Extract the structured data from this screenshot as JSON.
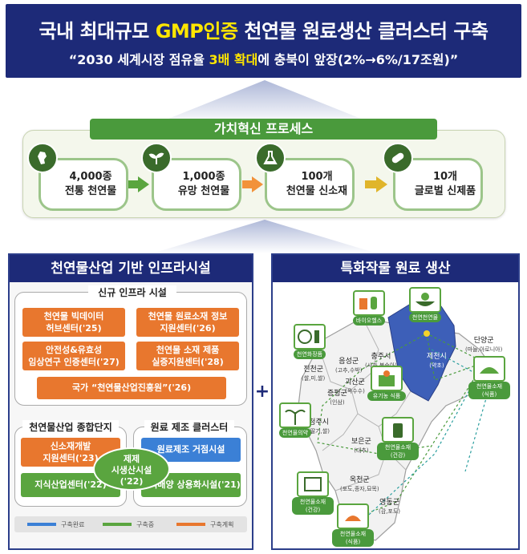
{
  "header": {
    "title_a": "국내 최대규모 ",
    "title_b": "GMP인증",
    "title_c": " 천연물 원료생산 클러스터 구축",
    "subtitle_a": "“2030 세계시장 점유율 ",
    "subtitle_b": "3배 확대",
    "subtitle_c": "에 충북이 앞장(2%→6%/17조원)”"
  },
  "process": {
    "title": "가치혁신 프로세스",
    "steps": [
      {
        "line1": "4,000종",
        "line2": "전통 천연물",
        "icon": "korea-map-icon"
      },
      {
        "line1": "1,000종",
        "line2": "유망 천연물",
        "icon": "sprout-icon"
      },
      {
        "line1": "100개",
        "line2": "천연물 신소재",
        "icon": "flask-icon"
      },
      {
        "line1": "10개",
        "line2": "글로벌 신제품",
        "icon": "capsule-icon"
      }
    ],
    "arrow_colors": [
      "#5aa53f",
      "#f2923a",
      "#e0b52b"
    ]
  },
  "left_panel": {
    "title": "천연물산업 기반 인프라시설",
    "infra_label": "신규 인프라 시설",
    "infra": [
      {
        "l1": "천연물 빅데이터",
        "l2": "허브센터('25)"
      },
      {
        "l1": "천연물 원료소재 정보",
        "l2": "지원센터('26)"
      },
      {
        "l1": "안전성&유효성",
        "l2": "임상연구 인증센터('27)"
      },
      {
        "l1": "천연물 소재 제품",
        "l2": "실증지원센터('28)"
      }
    ],
    "institute": "국가 “천연물산업진흥원”('26)",
    "complex_label": "천연물산업 종합단지",
    "cluster_label": "원료 제조 클러스터",
    "new_material": {
      "l1": "신소재개발",
      "l2": "지원센터('23)"
    },
    "knowledge": "지식산업센터('22)",
    "center": {
      "l1": "제제",
      "l2": "시생산시설",
      "l3": "('22)"
    },
    "raw_base": "원료제조 거점시설",
    "tissue": "조직배양 상용화시설('21)",
    "legend": [
      {
        "label": "구축완료",
        "color": "#3b80d6"
      },
      {
        "label": "구축중",
        "color": "#5aa53f"
      },
      {
        "label": "구축계획",
        "color": "#e8772e"
      }
    ]
  },
  "plus": "+",
  "right_panel": {
    "title": "특화작물 원료 생산",
    "regions": [
      {
        "name": "충주시",
        "sub": "(사과,복숭아)"
      },
      {
        "name": "제천시",
        "sub": "(약초)"
      },
      {
        "name": "단양군",
        "sub": "(마늘,아로니아)"
      },
      {
        "name": "음성군",
        "sub": "(고추,수박)"
      },
      {
        "name": "진천군",
        "sub": "(쌀,미,쌀)"
      },
      {
        "name": "괴산군",
        "sub": "(옥수수)"
      },
      {
        "name": "증평군",
        "sub": "(인삼)"
      },
      {
        "name": "청주시",
        "sub": "(딸기,쌀)"
      },
      {
        "name": "보은군",
        "sub": "(대추)"
      },
      {
        "name": "옥천군",
        "sub": "(포도,종자,묘목)"
      },
      {
        "name": "영동군",
        "sub": "(감,포도)"
      }
    ],
    "crops": [
      "바이오헬스",
      "천연천연물",
      "천연화장품",
      "유기농 식품",
      "천연물의약",
      "천연물소재",
      "천연물소재",
      "천연물소재",
      "천연물소재"
    ],
    "crop_subs": [
      "(식품)",
      "(건강)",
      "(건강)",
      "(식품)"
    ]
  }
}
